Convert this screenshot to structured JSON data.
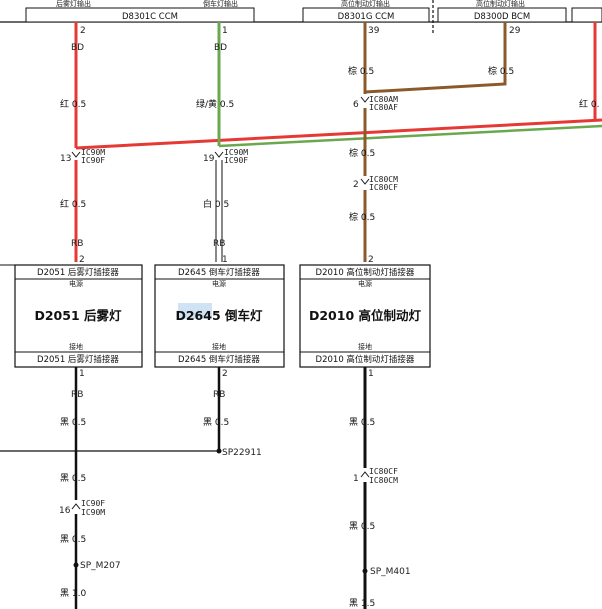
{
  "top_connectors": {
    "rear_fog_output": "后雾灯输出",
    "reverse_output": "倒车灯输出",
    "high_brake_output_1": "高位制动灯输出",
    "high_brake_output_2": "高位制动灯输出",
    "ccm_1": "D8301C CCM",
    "ccm_2": "D8301G CCM",
    "bcm": "D8300D BCM"
  },
  "pins": {
    "p2_top": "2",
    "p1_top": "1",
    "p39": "39",
    "p29": "29",
    "p2_rb": "2",
    "p1_rb": "1",
    "p2_brown": "2",
    "p1_out_a": "1",
    "p2_out_b": "2",
    "p1_out_c": "1"
  },
  "wires": {
    "bd_1": "BD",
    "bd_2": "BD",
    "red_05": "红 0.5",
    "red_05_b": "红 0.5",
    "red_05_right": "红 0.",
    "green_yellow_05": "绿/黄 0.5",
    "white_05": "白 0.5",
    "brown_05_a": "棕 0.5",
    "brown_05_b": "棕 0.5",
    "brown_05_c": "棕 0.5",
    "brown_05_d": "棕 0.5",
    "rb_1": "RB",
    "rb_2": "RB",
    "rb_3": "RB",
    "rb_4": "RB",
    "black_05_a": "黑 0.5",
    "black_05_b": "黑 0.5",
    "black_05_c": "黑 0.5",
    "black_05_d": "黑 0.5",
    "black_05_e": "黑 0.5",
    "black_05_f": "黑 0.5",
    "black_10": "黑 1.0",
    "black_15": "黑 1.5"
  },
  "inline_connectors": {
    "c13_num": "13",
    "c13_a": "IC90M",
    "c13_b": "IC90F",
    "c19_num": "19",
    "c19_a": "IC90M",
    "c19_b": "IC90F",
    "c6_num": "6",
    "c6_a": "IC80AM",
    "c6_b": "IC80AF",
    "c2_num": "2",
    "c2_a": "IC80CM",
    "c2_b": "IC80CF",
    "c16_num": "16",
    "c16_a": "IC90F",
    "c16_b": "IC90M",
    "c1_num": "1",
    "c1_a": "IC80CF",
    "c1_b": "IC80CM"
  },
  "components": {
    "fog": {
      "top_label": "D2051 后雾灯插接器",
      "power": "电源",
      "name": "D2051 后雾灯",
      "ground": "接地",
      "bottom_label": "D2051 后雾灯插接器"
    },
    "reverse": {
      "top_label": "D2645 倒车灯插接器",
      "power": "电源",
      "name": "D2645 倒车灯",
      "ground": "接地",
      "bottom_label": "D2645 倒车灯插接器"
    },
    "brake": {
      "top_label": "D2010 高位制动灯插接器",
      "power": "电源",
      "name": "D2010 高位制动灯",
      "ground": "接地",
      "bottom_label": "D2010 高位制动灯插接器"
    }
  },
  "splices": {
    "sp22911": "SP22911",
    "sp_m207": "SP_M207",
    "sp_m401": "SP_M401"
  },
  "colors": {
    "red": "#e53935",
    "green": "#6aa84f",
    "brown": "#8b5a2b",
    "black": "#111111"
  }
}
